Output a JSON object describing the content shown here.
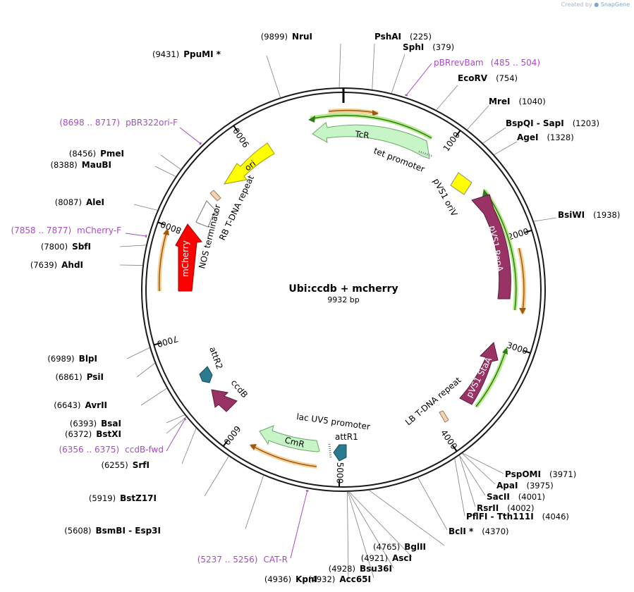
{
  "watermark": {
    "created_by": "Created by",
    "brand": "SnapGene"
  },
  "plasmid": {
    "name": "Ubi:ccdb + mcherry",
    "length_label": "9932 bp",
    "length": 9932
  },
  "ticks": [
    {
      "pos": 1000,
      "label": "1000"
    },
    {
      "pos": 2000,
      "label": "2000"
    },
    {
      "pos": 3000,
      "label": "3000"
    },
    {
      "pos": 4000,
      "label": "4000"
    },
    {
      "pos": 5000,
      "label": "5000"
    },
    {
      "pos": 6000,
      "label": "6000"
    },
    {
      "pos": 7000,
      "label": "7000"
    },
    {
      "pos": 8000,
      "label": "8000"
    },
    {
      "pos": 9000,
      "label": "9000"
    }
  ],
  "sites": [
    {
      "name": "NruI",
      "pos": 9899,
      "pos_label": "(9899)"
    },
    {
      "name": "PshAI",
      "pos": 225,
      "pos_label": "(225)"
    },
    {
      "name": "SphI",
      "pos": 379,
      "pos_label": "(379)"
    },
    {
      "name": "EcoRV",
      "pos": 754,
      "pos_label": "(754)"
    },
    {
      "name": "MreI",
      "pos": 1040,
      "pos_label": "(1040)"
    },
    {
      "name": "BspQI - SapI",
      "pos": 1203,
      "pos_label": "(1203)"
    },
    {
      "name": "AgeI",
      "pos": 1328,
      "pos_label": "(1328)"
    },
    {
      "name": "BsiWI",
      "pos": 1938,
      "pos_label": "(1938)"
    },
    {
      "name": "PspOMI",
      "pos": 3971,
      "pos_label": "(3971)"
    },
    {
      "name": "ApaI",
      "pos": 3975,
      "pos_label": "(3975)"
    },
    {
      "name": "SacII",
      "pos": 4001,
      "pos_label": "(4001)"
    },
    {
      "name": "RsrII",
      "pos": 4002,
      "pos_label": "(4002)"
    },
    {
      "name": "PflFI - Tth111I",
      "pos": 4046,
      "pos_label": "(4046)"
    },
    {
      "name": "BclI *",
      "pos": 4370,
      "pos_label": "(4370)"
    },
    {
      "name": "BglII",
      "pos": 4765,
      "pos_label": "(4765)"
    },
    {
      "name": "AscI",
      "pos": 4921,
      "pos_label": "(4921)"
    },
    {
      "name": "Bsu36I",
      "pos": 4928,
      "pos_label": "(4928)"
    },
    {
      "name": "Acc65I",
      "pos": 4932,
      "pos_label": "(4932)"
    },
    {
      "name": "KpnI",
      "pos": 4936,
      "pos_label": "(4936)"
    },
    {
      "name": "BsmBI - Esp3I",
      "pos": 5608,
      "pos_label": "(5608)"
    },
    {
      "name": "BstZ17I",
      "pos": 5919,
      "pos_label": "(5919)"
    },
    {
      "name": "SrfI",
      "pos": 6255,
      "pos_label": "(6255)"
    },
    {
      "name": "BstXI",
      "pos": 6372,
      "pos_label": "(6372)"
    },
    {
      "name": "BsaI",
      "pos": 6393,
      "pos_label": "(6393)"
    },
    {
      "name": "AvrII",
      "pos": 6643,
      "pos_label": "(6643)"
    },
    {
      "name": "PsiI",
      "pos": 6861,
      "pos_label": "(6861)"
    },
    {
      "name": "BlpI",
      "pos": 6989,
      "pos_label": "(6989)"
    },
    {
      "name": "AhdI",
      "pos": 7639,
      "pos_label": "(7639)"
    },
    {
      "name": "SbfI",
      "pos": 7800,
      "pos_label": "(7800)"
    },
    {
      "name": "AleI",
      "pos": 8087,
      "pos_label": "(8087)"
    },
    {
      "name": "MauBI",
      "pos": 8388,
      "pos_label": "(8388)"
    },
    {
      "name": "PmeI",
      "pos": 8456,
      "pos_label": "(8456)"
    },
    {
      "name": "PpuMI *",
      "pos": 9431,
      "pos_label": "(9431)"
    }
  ],
  "primers": [
    {
      "name": "pBRrevBam",
      "range": "(485 .. 504)",
      "pos": 494
    },
    {
      "name": "pBR322ori-F",
      "range": "(8698 .. 8717)",
      "pos": 8708
    },
    {
      "name": "mCherry-F",
      "range": "(7858 .. 7877)",
      "pos": 7868
    },
    {
      "name": "ccdB-fwd",
      "range": "(6356 .. 6375)",
      "pos": 6366
    },
    {
      "name": "CAT-R",
      "range": "(5237 .. 5256)",
      "pos": 5247
    }
  ],
  "features": [
    {
      "name": "TcR",
      "color": "#c8f5c8"
    },
    {
      "name": "tet promoter",
      "color": "#ffffff"
    },
    {
      "name": "pVS1 oriV",
      "color": "#ffff00"
    },
    {
      "name": "pVS1 RepA",
      "color": "#993366"
    },
    {
      "name": "pVS1 StaA",
      "color": "#993366"
    },
    {
      "name": "LB T-DNA repeat",
      "color": "#f5d5b0"
    },
    {
      "name": "attR1",
      "color": "#2a7a90"
    },
    {
      "name": "lac UV5 promoter",
      "color": "#ffffff"
    },
    {
      "name": "CmR",
      "color": "#c8f5c8"
    },
    {
      "name": "ccdB",
      "color": "#993366"
    },
    {
      "name": "attR2",
      "color": "#2a7a90"
    },
    {
      "name": "mCherry",
      "color": "#ff0000"
    },
    {
      "name": "NOS terminator",
      "color": "#ffffff"
    },
    {
      "name": "RB T-DNA repeat",
      "color": "#f5d5b0"
    },
    {
      "name": "ori",
      "color": "#ffff00"
    }
  ],
  "colors": {
    "backbone": "#1a1a1a",
    "orf_orange": "#e8a033",
    "orf_green": "#6cc02a",
    "primer": "#a64dc4",
    "leader": "#808080"
  }
}
